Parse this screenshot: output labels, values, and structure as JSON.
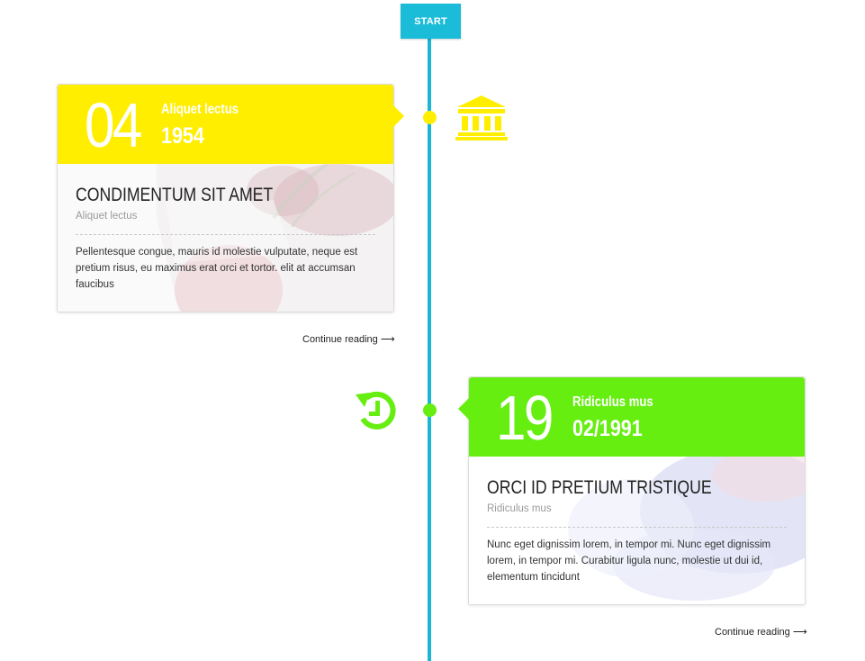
{
  "timeline": {
    "start_label": "START",
    "line_color": "#1bb6d3"
  },
  "entries": [
    {
      "number": "04",
      "subtitle": "Aliquet lectus",
      "date": "1954",
      "title": "CONDIMENTUM SIT AMET",
      "category": "Aliquet lectus",
      "excerpt": "Pellentesque congue, mauris id molestie vulputate, neque est pretium risus, eu maximus erat orci et tortor. elit at accumsan faucibus",
      "continue_label": "Continue reading ⟶",
      "accent_color": "#ffee00",
      "subtitle_color": "#ffffff",
      "icon": "bank-icon"
    },
    {
      "number": "19",
      "subtitle": "Ridiculus mus",
      "date": "02/1991",
      "title": "ORCI ID PRETIUM TRISTIQUE",
      "category": "Ridiculus mus",
      "excerpt": "Nunc eget dignissim lorem, in tempor mi. Nunc eget dignissim lorem, in tempor mi. Curabitur ligula nunc, molestie ut dui id, elementum tincidunt",
      "continue_label": "Continue reading ⟶",
      "accent_color": "#66ee11",
      "subtitle_color": "#ffffff",
      "icon": "history-icon"
    }
  ]
}
